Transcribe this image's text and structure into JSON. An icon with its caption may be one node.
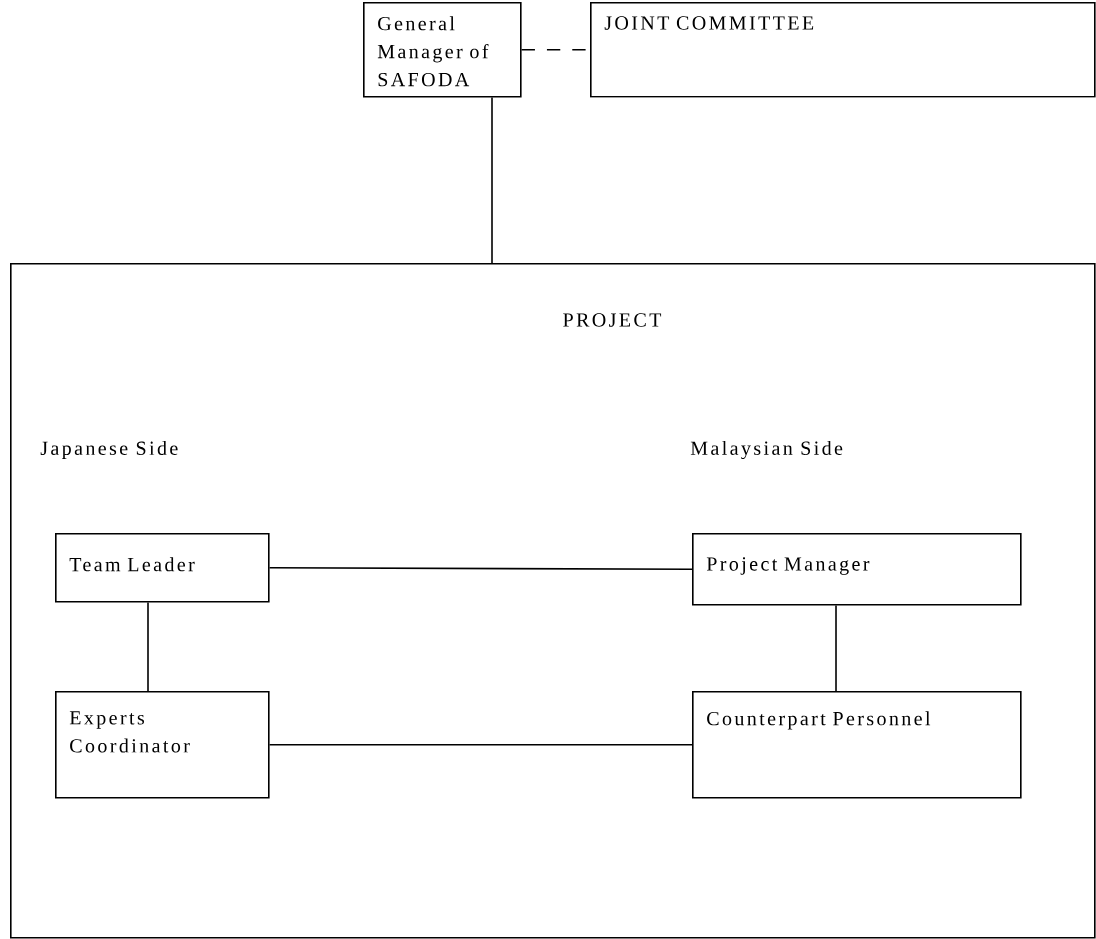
{
  "diagram": {
    "nodes": [
      {
        "text": [
          "General Manager of SAFODA"
        ]
      },
      {
        "text": [
          "JOINT COMMITTEE"
        ]
      },
      {
        "text": [
          "PROJECT"
        ]
      },
      {
        "text": [
          "Team Leader"
        ],
        "in": 2
      },
      {
        "text": [
          "Project Manager"
        ],
        "in": 2
      },
      {
        "text": [
          "Experts Coordinator"
        ],
        "in": 2
      },
      {
        "text": [
          "Counterpart Personnel"
        ],
        "in": 2
      }
    ],
    "edges": [
      {
        "from": 0,
        "to": 1,
        "arrow": "none",
        "style": "dashed"
      },
      {
        "from": 0,
        "to": 2,
        "arrow": "none"
      },
      {
        "from": 3,
        "to": 4,
        "arrow": "none"
      },
      {
        "from": 3,
        "to": 5,
        "arrow": "none"
      },
      {
        "from": 4,
        "to": 6,
        "arrow": "none"
      },
      {
        "from": 5,
        "to": 6,
        "arrow": "none"
      }
    ],
    "labels": [
      "Japanese Side",
      "Malaysian Side"
    ]
  }
}
